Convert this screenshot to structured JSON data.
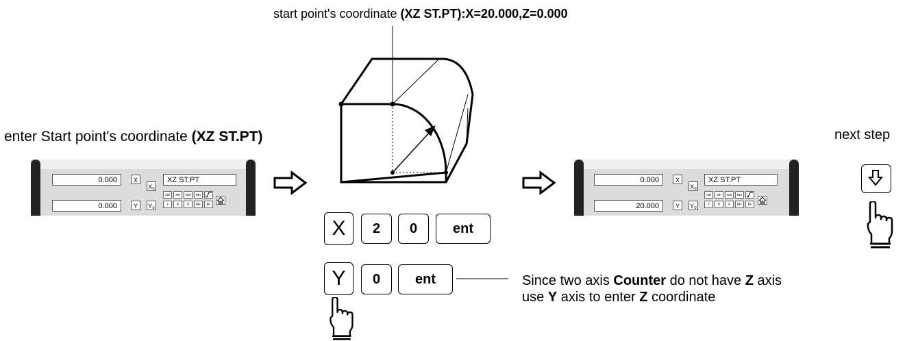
{
  "top_caption": {
    "prefix": "start point's coordinate ",
    "bold": "(XZ ST.PT)",
    "suffix": ":X=20.000,Z=0.000"
  },
  "left_label": {
    "prefix": "enter Start point's coordinate ",
    "bold": "(XZ ST.PT)"
  },
  "right_label": "next step",
  "panel_before": {
    "x_value": "0.000",
    "y_value": "0.000",
    "x_axis": "X",
    "y_axis": "Y",
    "x_zero": "X₀",
    "y_zero": "Y₀",
    "mode": "XZ ST.PT"
  },
  "panel_after": {
    "x_value": "0.000",
    "y_value": "20.000",
    "x_axis": "X",
    "y_axis": "Y",
    "x_zero": "X₀",
    "y_zero": "Y₀",
    "mode": "XZ ST.PT"
  },
  "keypad_row1": {
    "k1": "X",
    "k2": "2",
    "k3": "0",
    "k4": "ent"
  },
  "keypad_row2": {
    "k1": "Y",
    "k2": "0",
    "k3": "ent"
  },
  "note": {
    "l1_a": "Since two axis ",
    "l1_b": "Counter",
    "l1_c": " do not have ",
    "l1_d": "Z",
    "l1_e": " axis",
    "l2_a": "use ",
    "l2_b": "Y",
    "l2_c": " axis to enter ",
    "l2_d": "Z",
    "l2_e": " coordinate"
  },
  "panel_keys": {
    "r1": [
      "cal",
      "sin",
      "cos",
      "tan"
    ],
    "r2": [
      "7",
      "8",
      "9",
      "M+",
      "M-"
    ]
  },
  "icons": [
    "right-arrow-icon",
    "down-arrow-icon",
    "pointing-hand-icon",
    "home-icon"
  ]
}
